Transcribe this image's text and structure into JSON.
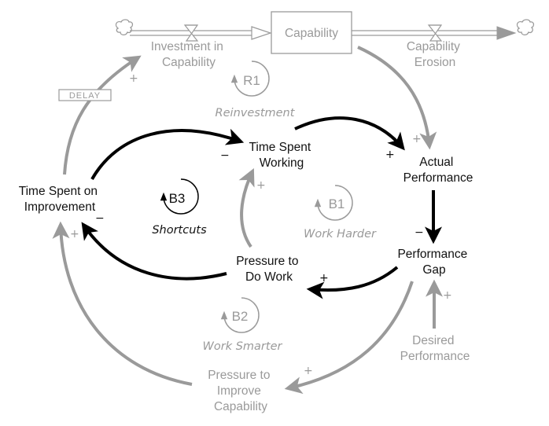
{
  "diagram": {
    "type": "causal-loop / stock-and-flow",
    "colors": {
      "primary": "#000000",
      "secondary": "#9a9a9a"
    },
    "stock": {
      "label": "Capability"
    },
    "flows": [
      {
        "id": "investment",
        "label_lines": [
          "Investment in",
          "Capability"
        ]
      },
      {
        "id": "erosion",
        "label_lines": [
          "Capability",
          "Erosion"
        ]
      }
    ],
    "variables": {
      "time_spent_working": [
        "Time Spent",
        "Working"
      ],
      "actual_performance": [
        "Actual",
        "Performance"
      ],
      "performance_gap": [
        "Performance",
        "Gap"
      ],
      "pressure_to_do_work": [
        "Pressure to",
        "Do Work"
      ],
      "time_spent_on_improvement": [
        "Time Spent on",
        "Improvement"
      ],
      "desired_performance": [
        "Desired",
        "Performance"
      ],
      "pressure_to_improve": [
        "Pressure to",
        "Improve",
        "Capability"
      ]
    },
    "loops": [
      {
        "id": "R1",
        "name": "Reinvestment",
        "type": "reinforcing"
      },
      {
        "id": "B1",
        "name": "Work Harder",
        "type": "balancing"
      },
      {
        "id": "B2",
        "name": "Work Smarter",
        "type": "balancing"
      },
      {
        "id": "B3",
        "name": "Shortcuts",
        "type": "balancing"
      }
    ],
    "delay_label": "DELAY",
    "links": [
      {
        "from": "Time Spent on Improvement",
        "to": "Investment in Capability",
        "polarity": "+",
        "delay": true
      },
      {
        "from": "Capability",
        "to": "Actual Performance",
        "polarity": "+"
      },
      {
        "from": "Time Spent on Improvement",
        "to": "Time Spent Working",
        "polarity": "−"
      },
      {
        "from": "Time Spent Working",
        "to": "Actual Performance",
        "polarity": "+"
      },
      {
        "from": "Actual Performance",
        "to": "Performance Gap",
        "polarity": "−"
      },
      {
        "from": "Performance Gap",
        "to": "Pressure to Do Work",
        "polarity": "+"
      },
      {
        "from": "Pressure to Do Work",
        "to": "Time Spent on Improvement",
        "polarity": "−"
      },
      {
        "from": "Pressure to Do Work",
        "to": "Time Spent Working",
        "polarity": "+"
      },
      {
        "from": "Desired Performance",
        "to": "Performance Gap",
        "polarity": "+"
      },
      {
        "from": "Performance Gap",
        "to": "Pressure to Improve Capability",
        "polarity": "+"
      },
      {
        "from": "Pressure to Improve Capability",
        "to": "Time Spent on Improvement",
        "polarity": "+"
      }
    ],
    "polarity_signs": {
      "plus": "+",
      "minus": "−"
    }
  }
}
